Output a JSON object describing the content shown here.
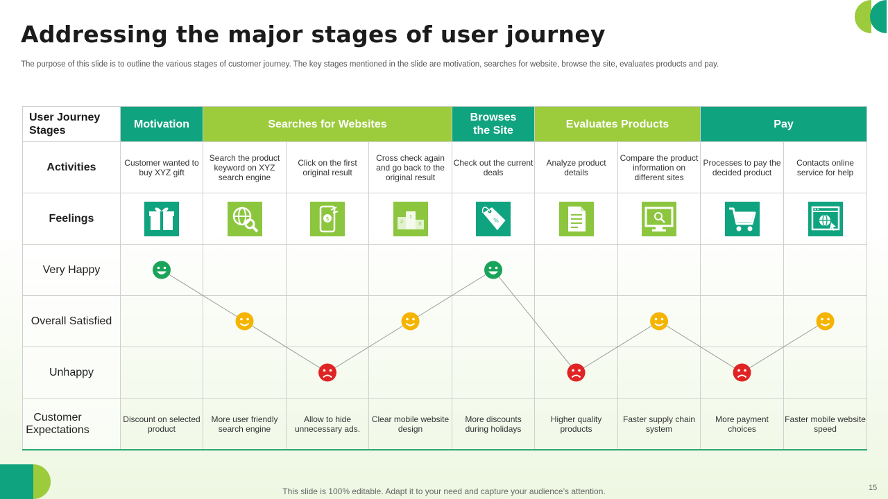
{
  "title": "Addressing the major stages of user journey",
  "subtitle": "The purpose of this slide is to outline the various stages of customer journey. The key stages mentioned in the slide are motivation, searches for website, browse the site, evaluates products and pay.",
  "table": {
    "stage_label": "User Journey Stages",
    "stages": [
      {
        "label": "Motivation",
        "color": "teal",
        "span": 1
      },
      {
        "label": "Searches for Websites",
        "color": "lime",
        "span": 3
      },
      {
        "label": "Browses the Site",
        "color": "teal",
        "span": 1
      },
      {
        "label": "Evaluates Products",
        "color": "lime",
        "span": 2
      },
      {
        "label": "Pay",
        "color": "teal",
        "span": 2
      }
    ],
    "row_labels": {
      "activities": "Activities",
      "feelings": "Feelings",
      "very_happy": "Very Happy",
      "overall_satisfied": "Overall Satisfied",
      "unhappy": "Unhappy",
      "expectations": "Customer Expectations"
    },
    "activities": [
      "Customer wanted to buy XYZ gift",
      "Search the product keyword on XYZ search engine",
      "Click on the first original result",
      "Cross check again and go back to the original result",
      "Check out the current deals",
      "Analyze product details",
      "Compare the product information on different sites",
      "Processes to pay the decided product",
      "Contacts online service for help"
    ],
    "feeling_icons": [
      {
        "name": "gift-icon",
        "tile": "teal"
      },
      {
        "name": "web-search-icon",
        "tile": "lime"
      },
      {
        "name": "mobile-payment-icon",
        "tile": "lime"
      },
      {
        "name": "podium-icon",
        "tile": "lime"
      },
      {
        "name": "discount-tag-icon",
        "tile": "teal"
      },
      {
        "name": "document-icon",
        "tile": "lime"
      },
      {
        "name": "monitor-search-icon",
        "tile": "lime"
      },
      {
        "name": "shopping-cart-icon",
        "tile": "teal"
      },
      {
        "name": "web-browser-icon",
        "tile": "teal"
      }
    ],
    "moods": [
      "very_happy",
      "overall_satisfied",
      "unhappy",
      "overall_satisfied",
      "very_happy",
      "unhappy",
      "overall_satisfied",
      "unhappy",
      "overall_satisfied"
    ],
    "expectations": [
      "Discount on selected product",
      "More user friendly search engine",
      "Allow to hide unnecessary ads.",
      "Clear mobile website design",
      "More discounts during holidays",
      "Higher quality products",
      "Faster supply chain system",
      "More payment choices",
      "Faster mobile website speed"
    ]
  },
  "colors": {
    "teal": "#10a37f",
    "lime": "#9ccb3c",
    "happy": "#1aa35a",
    "satisfied": "#f4b400",
    "unhappy": "#e02424"
  },
  "footer": "This slide is 100% editable. Adapt it to your need and capture your audience’s attention.",
  "page_number": "15"
}
